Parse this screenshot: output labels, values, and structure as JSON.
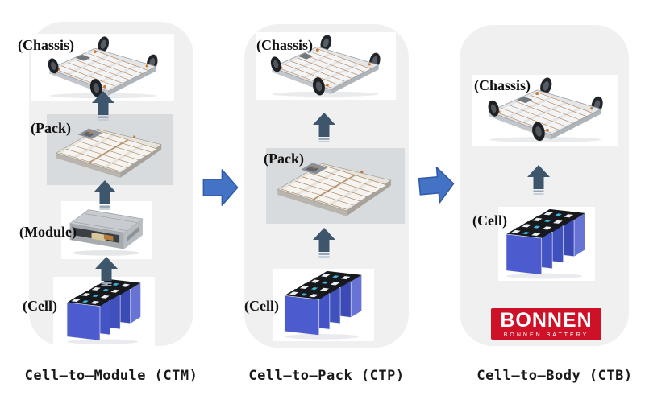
{
  "diagram": {
    "columns": [
      {
        "id": "ctm",
        "caption": "Cell–to–Module (CTM)",
        "labels": {
          "chassis": "(Chassis)",
          "pack": "(Pack)",
          "module": "(Module)",
          "cell": "(Cell)"
        }
      },
      {
        "id": "ctp",
        "caption": "Cell–to–Pack (CTP)",
        "labels": {
          "chassis": "(Chassis)",
          "pack": "(Pack)",
          "cell": "(Cell)"
        }
      },
      {
        "id": "ctb",
        "caption": "Cell–to–Body (CTB)",
        "labels": {
          "chassis": "(Chassis)",
          "cell": "(Cell)"
        }
      }
    ],
    "logo": {
      "brand": "BONNEN",
      "tagline": "BONNEN BATTERY"
    },
    "colors": {
      "panel_bg": "#f0f0f1",
      "photo_bg_gray": "#d8dbde",
      "up_arrow": "#3e566c",
      "flow_arrow_fill": "#4472c4",
      "flow_arrow_border": "#2e5aa8",
      "logo_red": "#ce1126",
      "logo_text": "#ffffff",
      "cell_blue": "#4c5bcd",
      "label_text": "#111111",
      "caption_text": "#1a1a1a"
    }
  }
}
